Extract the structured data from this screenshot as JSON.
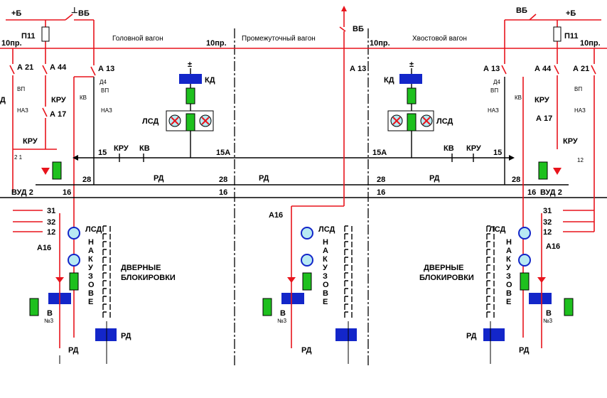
{
  "colors": {
    "wire_red": "#e8141c",
    "wire_black": "#000000",
    "relay_blue": "#1326c9",
    "lamp_green": "#1ec01e",
    "lamp_cyan": "#b8eaf3"
  },
  "sections": {
    "head": "Головной вагон",
    "middle": "Промежуточный вагон",
    "tail": "Хвостовой вагон"
  },
  "labels": {
    "plus_b": "+Б",
    "vb": "ВБ",
    "p11": "П11",
    "wire_10": "10пр.",
    "a21": "А 21",
    "a44": "А 44",
    "a13": "А 13",
    "a17": "А 17",
    "a16": "А16",
    "vp": "ВП",
    "naz": "НАЗ",
    "d": "Д",
    "d4": "Д4",
    "kru": "КРУ",
    "kv": "КВ",
    "kd": "КД",
    "lsd": "ЛСД",
    "rd": "РД",
    "vud2": "ВУД 2",
    "vud2_tail": "ВУД 2",
    "w15": "15",
    "w15a": "15А",
    "w28": "28",
    "w16": "16",
    "w31": "31",
    "w32": "32",
    "w12": "12",
    "n2": "2",
    "n1": "1",
    "n21": "2 1",
    "n12": "12",
    "b_no3": "В",
    "no3": "№3",
    "na_kuzove": [
      "Н",
      "А",
      "К",
      "У",
      "З",
      "О",
      "В",
      "Е"
    ],
    "doors_1": "ДВЕРНЫЕ",
    "doors_2": "БЛОКИРОВКИ"
  }
}
